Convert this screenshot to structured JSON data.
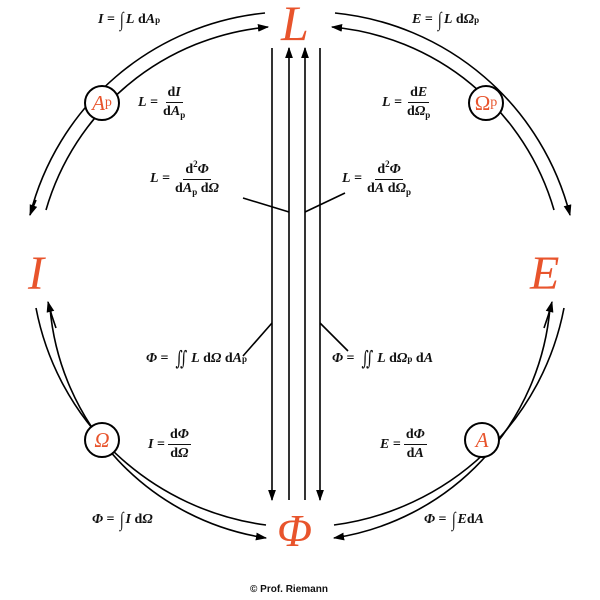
{
  "diagram": {
    "type": "radiometric quantities relation diagram",
    "accent_color": "#e8542c",
    "line_color": "#000000",
    "main_quantities": {
      "top": "L",
      "left": "I",
      "right": "E",
      "bottom": "Φ"
    },
    "nodes": {
      "top_left": {
        "symbol": "A",
        "subscript": "p"
      },
      "top_right": {
        "symbol": "Ω",
        "subscript": "p"
      },
      "bottom_left": {
        "symbol": "Ω",
        "subscript": ""
      },
      "bottom_right": {
        "symbol": "A",
        "subscript": ""
      }
    },
    "formulas": {
      "I_from_L": "I = ∫ L dAp",
      "E_from_L": "E = ∫ L dΩp",
      "L_from_I": "L = dI / dAp",
      "L_from_E": "L = dE / dΩp",
      "L_from_Phi_left": "L = d²Φ / (dAp dΩ)",
      "L_from_Phi_right": "L = d²Φ / (dA dΩp)",
      "Phi_from_L_left": "Φ = ∬ L dΩ dAp",
      "Phi_from_L_right": "Φ = ∬ L dΩp dA",
      "I_from_Phi": "I = dΦ / dΩ",
      "E_from_Phi": "E = dΦ / dA",
      "Phi_from_I": "Φ = ∫ I dΩ",
      "Phi_from_E": "Φ = ∫ E dA"
    },
    "parts": {
      "L": "L",
      "I": "I",
      "E": "E",
      "Phi": "Φ",
      "A": "A",
      "Omega": "Ω",
      "p": "p",
      "d": "d",
      "eq": "=",
      "int": "∫",
      "iint": "∬",
      "two": "2"
    },
    "copyright": "© Prof. Riemann"
  }
}
